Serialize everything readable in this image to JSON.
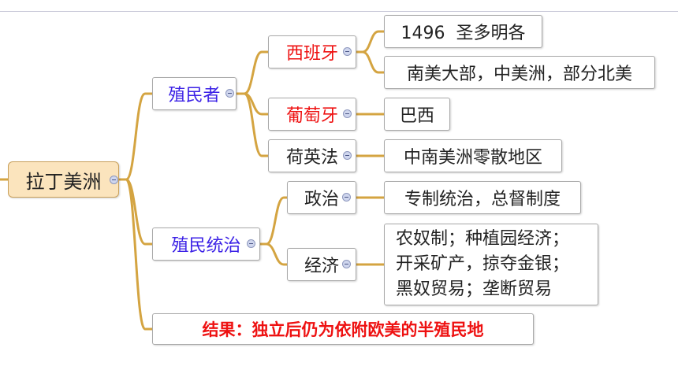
{
  "root": {
    "label": "拉丁美洲"
  },
  "colonizers": {
    "label": "殖民者",
    "spain": {
      "label": "西班牙",
      "year_place": "1496  圣多明各",
      "areas": "南美大部，中美洲，部分北美"
    },
    "portugal": {
      "label": "葡萄牙",
      "areas": "巴西"
    },
    "others": {
      "label": "荷英法",
      "areas": "中南美洲零散地区"
    }
  },
  "rule": {
    "label": "殖民统治",
    "politics": {
      "label": "政治",
      "detail": "专制统治，总督制度"
    },
    "economy": {
      "label": "经济",
      "lines": [
        "农奴制；种植园经济；",
        "开采矿产，掠夺金银；",
        "黑奴贸易；垄断贸易"
      ]
    }
  },
  "result": {
    "label": "结果：独立后仍为依附欧美的半殖民地"
  },
  "colors": {
    "connector": "#d4a441",
    "blue_text": "#3b21e6",
    "red_text": "#ee1111",
    "root_fill": "#fbe4bd"
  }
}
